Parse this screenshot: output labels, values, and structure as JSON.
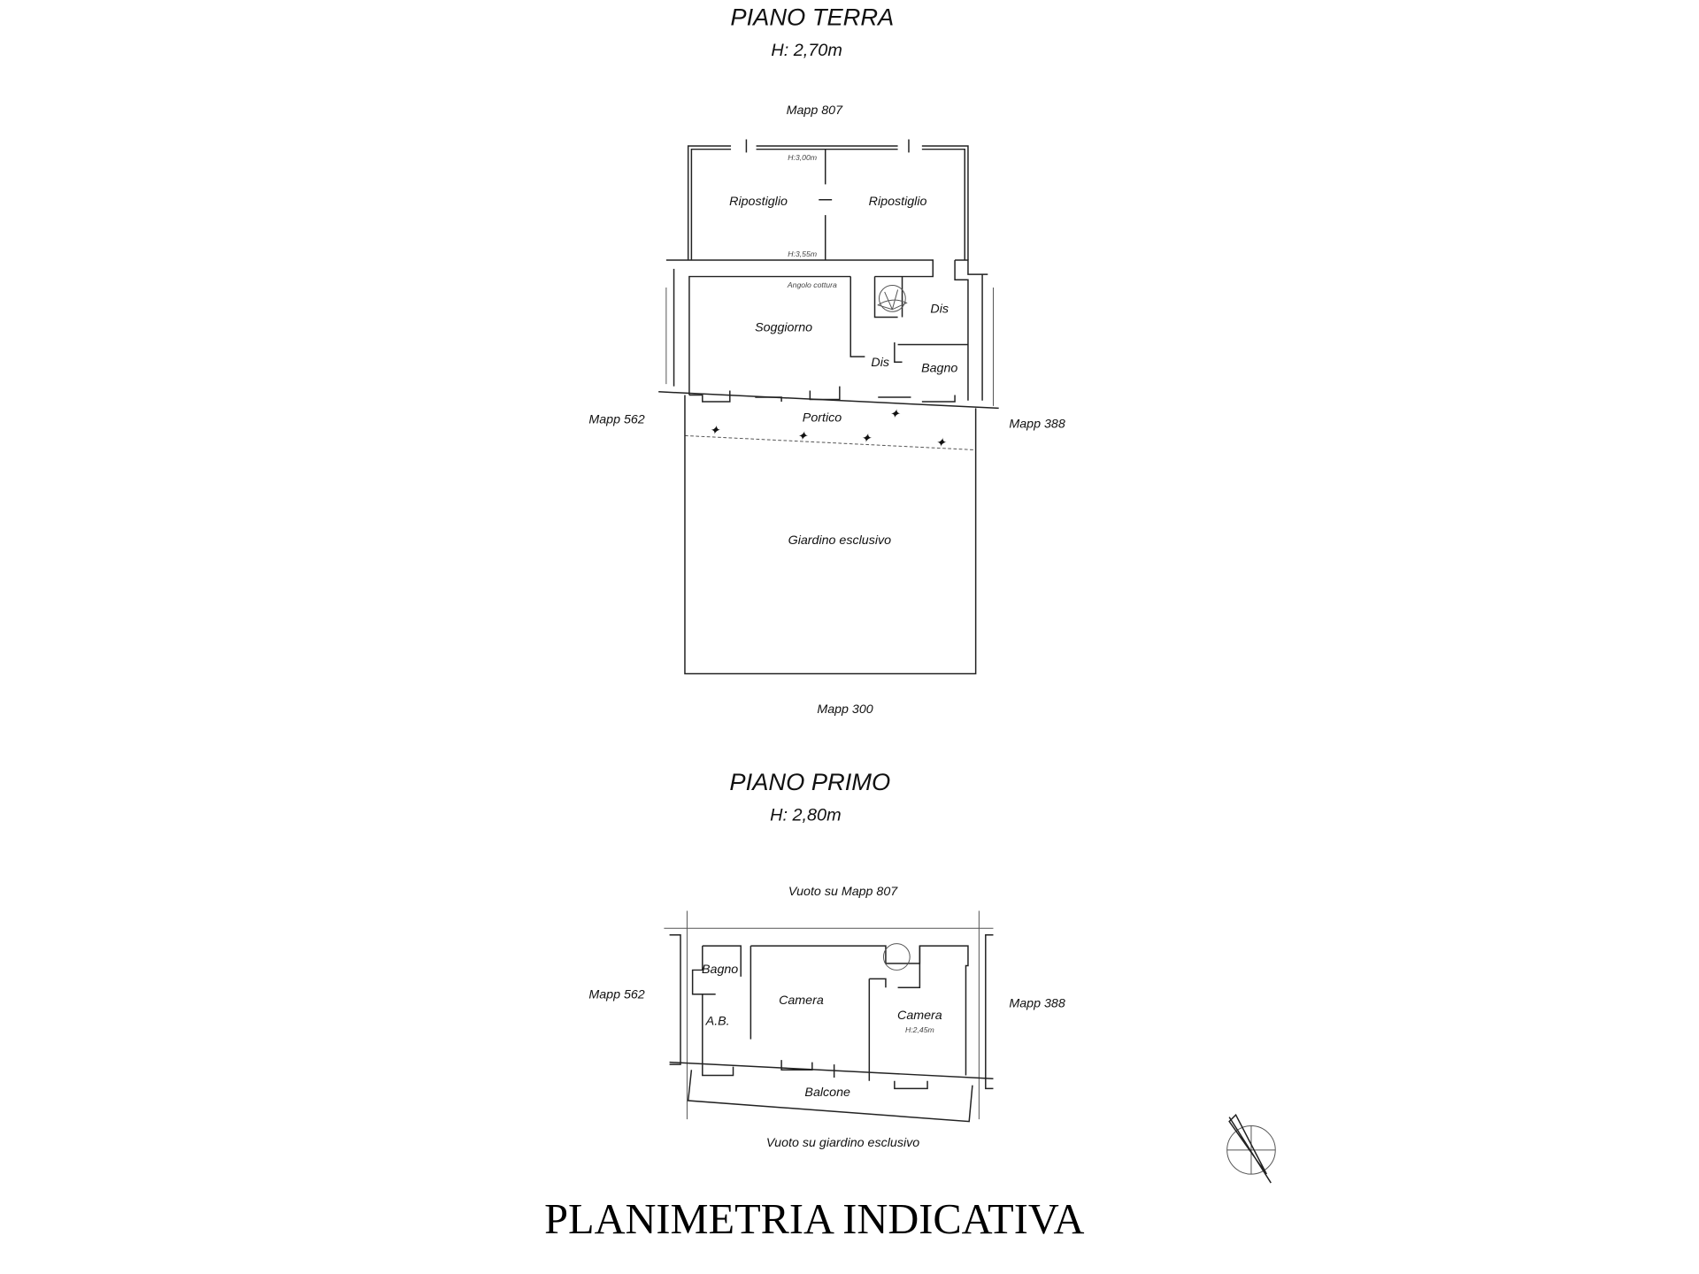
{
  "ground_floor": {
    "title": "PIANO TERRA",
    "height": "H: 2,70m",
    "north_label": "Mapp 807",
    "west_label": "Mapp 562",
    "east_label": "Mapp 388",
    "south_label": "Mapp 300",
    "rooms": {
      "storage_left": "Ripostiglio",
      "storage_right": "Ripostiglio",
      "storage_height_top": "H:3,00m",
      "storage_height_bottom": "H:3,55m",
      "kitchen_corner": "Angolo cottura",
      "living": "Soggiorno",
      "hall_upper": "Dis",
      "hall_lower": "Dis",
      "bathroom": "Bagno",
      "porch": "Portico",
      "garden": "Giardino esclusivo"
    }
  },
  "first_floor": {
    "title": "PIANO PRIMO",
    "height": "H: 2,80m",
    "north_label": "Vuoto su Mapp 807",
    "west_label": "Mapp 562",
    "east_label": "Mapp 388",
    "south_label": "Vuoto su giardino esclusivo",
    "rooms": {
      "bathroom": "Bagno",
      "closet": "A.B.",
      "bedroom_left": "Camera",
      "bedroom_right": "Camera",
      "bedroom_right_height": "H:2,45m",
      "balcony": "Balcone"
    }
  },
  "footer": {
    "title": "PLANIMETRIA INDICATIVA"
  }
}
